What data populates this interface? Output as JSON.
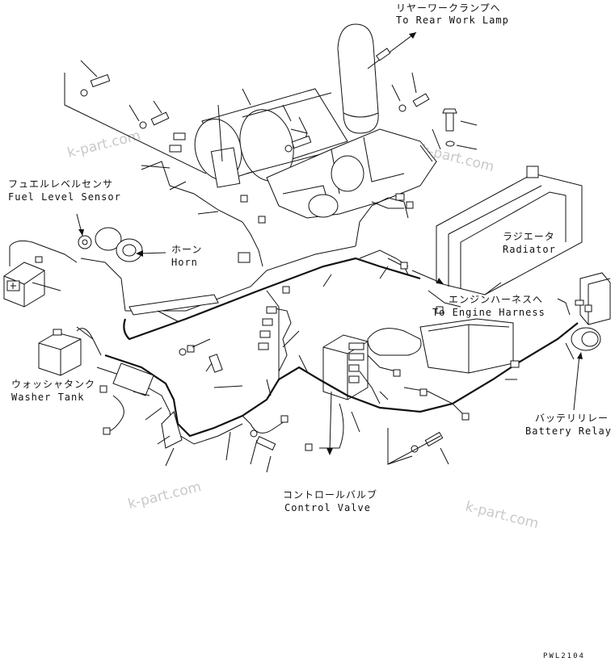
{
  "labels": {
    "rear_lamp_jp": "リヤーワークランプへ",
    "rear_lamp_en": "To Rear Work Lamp",
    "fuel_sensor_jp": "フュエルレベルセンサ",
    "fuel_sensor_en": "Fuel Level Sensor",
    "horn_jp": "ホーン",
    "horn_en": "Horn",
    "radiator_jp": "ラジエータ",
    "radiator_en": "Radiator",
    "engine_harness_jp": "エンジンハーネスへ",
    "engine_harness_en": "To Engine Harness",
    "washer_tank_jp": "ウォッシャタンク",
    "washer_tank_en": "Washer Tank",
    "battery_relay_jp": "バッテリリレー",
    "battery_relay_en": "Battery Relay",
    "control_valve_jp": "コントロールバルブ",
    "control_valve_en": "Control Valve"
  },
  "watermarks": [
    "k-part.com",
    "k-part.com",
    "k-part.com",
    "k-part.com"
  ],
  "drawing_code": "PWL2104"
}
